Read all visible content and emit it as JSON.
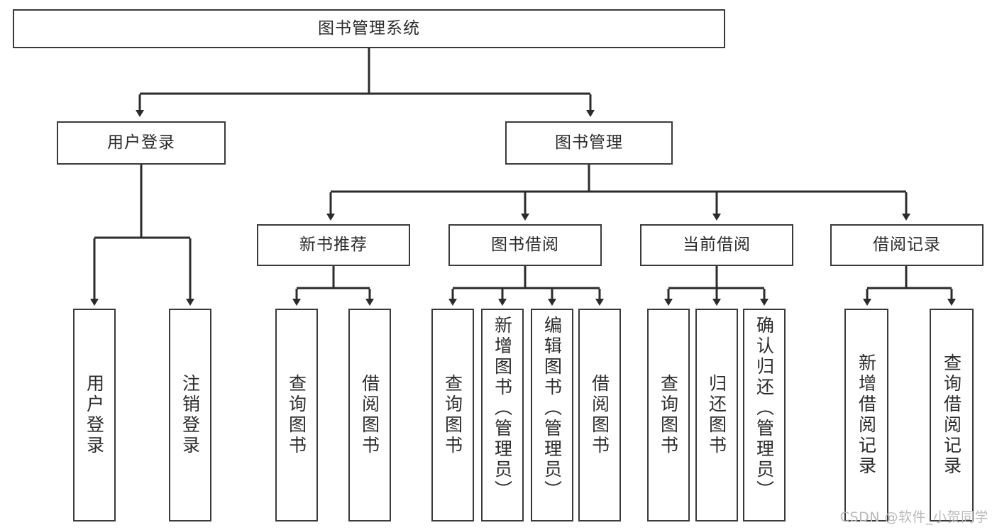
{
  "diagram": {
    "title": "图书管理系统",
    "watermark": "CSDN @软件_小贺同学",
    "colors": {
      "node_border": "#3a3a3a",
      "node_fill": "#ffffff",
      "edge": "#2b2b2b",
      "text": "#2b2b2b",
      "watermark": "#b9b9b9",
      "background": "#ffffff"
    },
    "nodes": {
      "root": {
        "label": "图书管理系统"
      },
      "level2": [
        {
          "id": "user-login",
          "label": "用户登录"
        },
        {
          "id": "book-management",
          "label": "图书管理"
        }
      ],
      "level3": [
        {
          "id": "new-book-recommend",
          "label": "新书推荐"
        },
        {
          "id": "book-borrow",
          "label": "图书借阅"
        },
        {
          "id": "current-borrow",
          "label": "当前借阅"
        },
        {
          "id": "borrow-record",
          "label": "借阅记录"
        }
      ],
      "leaves": {
        "user_login": [
          {
            "id": "leaf-user-login",
            "label": "用户登录"
          },
          {
            "id": "leaf-logout-login",
            "label": "注销登录"
          }
        ],
        "new_book_recommend": [
          {
            "id": "leaf-query-book-1",
            "label": "查询图书"
          },
          {
            "id": "leaf-borrow-book-1",
            "label": "借阅图书"
          }
        ],
        "book_borrow": [
          {
            "id": "leaf-query-book-2",
            "label": "查询图书"
          },
          {
            "id": "leaf-add-book",
            "label": "新增图书（管理员）"
          },
          {
            "id": "leaf-edit-book",
            "label": "编辑图书（管理员）"
          },
          {
            "id": "leaf-borrow-book-2",
            "label": "借阅图书"
          }
        ],
        "current_borrow": [
          {
            "id": "leaf-query-book-3",
            "label": "查询图书"
          },
          {
            "id": "leaf-return-book",
            "label": "归还图书"
          },
          {
            "id": "leaf-confirm-return",
            "label": "确认归还（管理员）"
          }
        ],
        "borrow_record": [
          {
            "id": "leaf-add-record",
            "label": "新增借阅记录"
          },
          {
            "id": "leaf-query-record",
            "label": "查询借阅记录"
          }
        ]
      }
    }
  }
}
